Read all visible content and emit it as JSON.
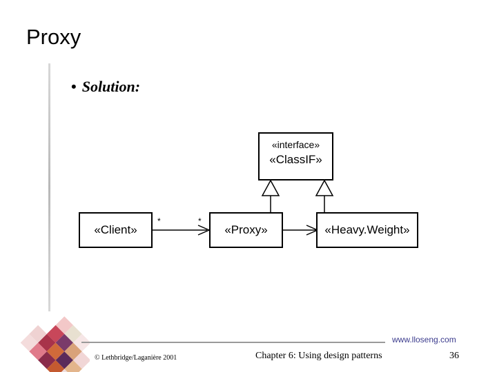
{
  "slide": {
    "title": "Proxy",
    "bullet": "Solution:"
  },
  "diagram": {
    "interface_stereotype": "«interface»",
    "interface_name": "«ClassIF»",
    "client": "«Client»",
    "proxy": "«Proxy»",
    "heavyweight": "«Heavy.Weight»",
    "mult_client": "*",
    "mult_proxy": "*"
  },
  "footer": {
    "copyright": "© Lethbridge/Laganière 2001",
    "chapter": "Chapter 6: Using design patterns",
    "page": "36",
    "url": "www.lloseng.com"
  }
}
